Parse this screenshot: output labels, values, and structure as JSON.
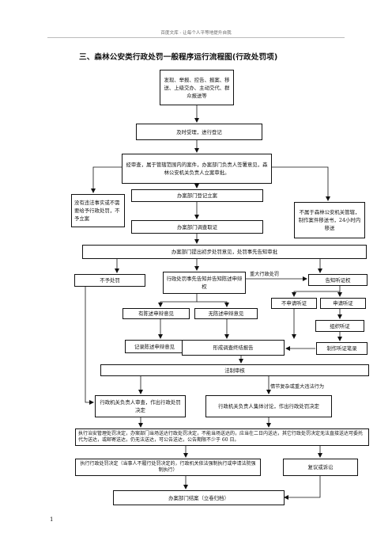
{
  "header": {
    "watermark": "百度文库 - 让每个人平等地提升自我"
  },
  "title": "三、森林公安类行政处罚一般程序运行流程图(行政处罚项)",
  "nodes": {
    "source": "发现、举报、控告、报案、移送、上级交办、主动交代、群众报送等",
    "accept": "及时受理，进行登记",
    "review": "经审查，属于管辖范围内的案件，办案部门负责人签署意见，森林公安机关负责人立案审批。",
    "no_violation": "没有违法事实或不需要给予行政处罚，不予立案",
    "register": "办案部门登记立案",
    "not_jurisdiction": "不属于森林公安机关管辖，制作案件移送书，24小时内移送",
    "investigate": "办案部门调查取证",
    "initial_opinion": "办案部门提出初步处罚意见，处罚事先告知审批",
    "no_penalty": "不予处罚",
    "prior_notice": "行政处罚事先告知并告知陈述申辩权",
    "hearing_notice": "告知听证权",
    "has_statement": "有陈述申辩意见",
    "no_statement": "无陈述申辩意见",
    "no_hearing": "不申请听证",
    "apply_hearing": "申请听证",
    "organize_hearing": "组织听证",
    "record_statement": "记录陈述申辩意见",
    "final_report": "形成调查终结报告",
    "hearing_record": "制作听证笔录",
    "legal_review": "法制审核",
    "head_decision": "行政机关负责人审查，作出行政处罚决定",
    "collective_decision": "行政机关负责人集体讨论，作出行政处罚决定",
    "execute": "执行治安管理处罚决定，办案部门当场送达行政处罚决定，不能当场送达的，应当在二日内送达，其它行政处罚决定无法直接送达可委托代为送达，或邮寄送达，仍无法送达，可公告送达，公告期限不少于 60 日。",
    "enforce": "执行行政处罚决定（当事人不履行处罚决定的，行政机关依法强制执行或申请法院强制执行）",
    "reconsider": "复议或诉讼",
    "close_case": "办案部门结案（立卷归档）"
  },
  "edge_labels": {
    "major_penalty": "重大行政处罚",
    "complex_case": "情节复杂或重大违法行为"
  },
  "page_number": "1"
}
